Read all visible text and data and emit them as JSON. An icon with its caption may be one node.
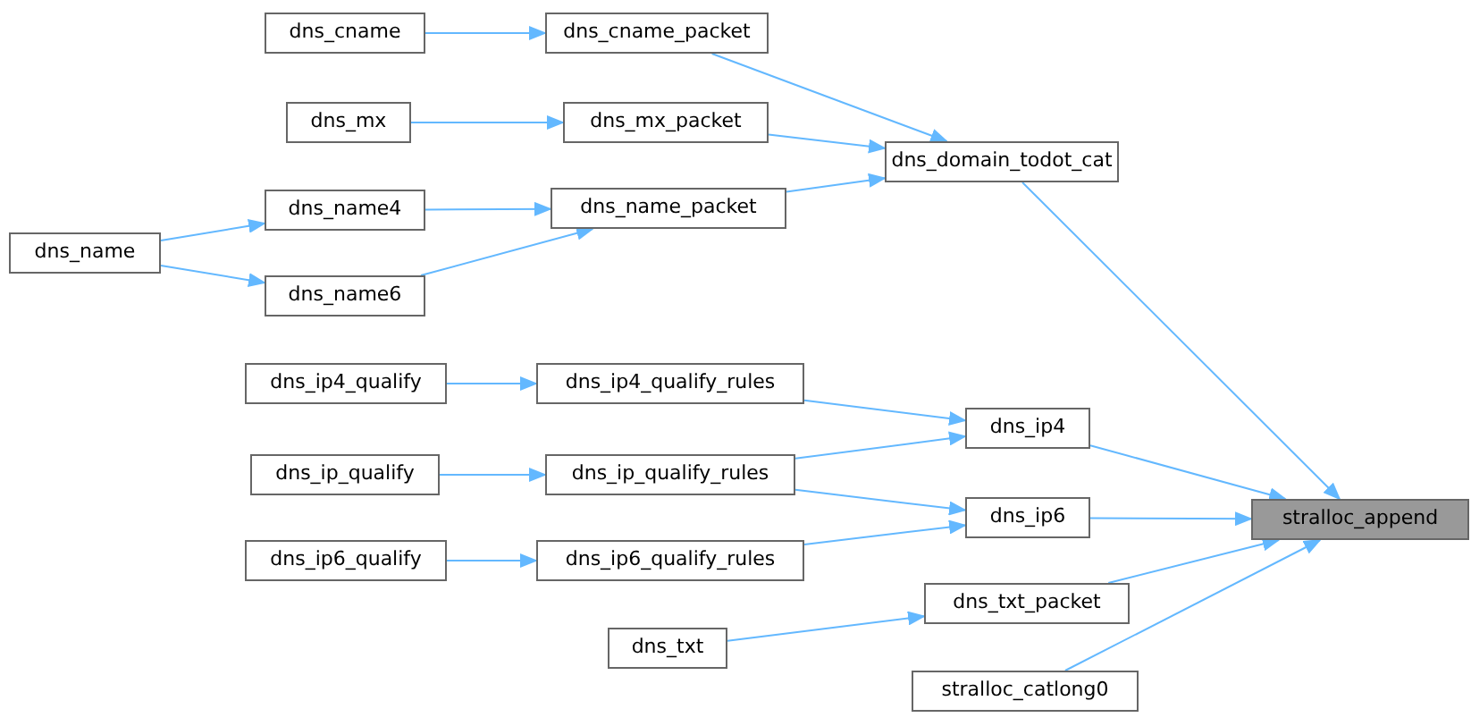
{
  "diagram": {
    "nodes": [
      {
        "text": [
          "stralloc_append"
        ]
      },
      {
        "text": [
          "dns_domain_todot_cat"
        ]
      },
      {
        "text": [
          "dns_cname_packet"
        ]
      },
      {
        "text": [
          "dns_cname"
        ]
      },
      {
        "text": [
          "dns_mx_packet"
        ]
      },
      {
        "text": [
          "dns_mx"
        ]
      },
      {
        "text": [
          "dns_name_packet"
        ]
      },
      {
        "text": [
          "dns_name4"
        ]
      },
      {
        "text": [
          "dns_name6"
        ]
      },
      {
        "text": [
          "dns_name"
        ]
      },
      {
        "text": [
          "dns_ip4"
        ]
      },
      {
        "text": [
          "dns_ip4_qualify_rules"
        ]
      },
      {
        "text": [
          "dns_ip4_qualify"
        ]
      },
      {
        "text": [
          "dns_ip_qualify_rules"
        ]
      },
      {
        "text": [
          "dns_ip_qualify"
        ]
      },
      {
        "text": [
          "dns_ip6"
        ]
      },
      {
        "text": [
          "dns_ip6_qualify_rules"
        ]
      },
      {
        "text": [
          "dns_ip6_qualify"
        ]
      },
      {
        "text": [
          "dns_txt_packet"
        ]
      },
      {
        "text": [
          "dns_txt"
        ]
      },
      {
        "text": [
          "stralloc_catlong0"
        ]
      }
    ],
    "edges": [
      {
        "from": 3,
        "to": 2,
        "arrow": "to"
      },
      {
        "from": 2,
        "to": 1,
        "arrow": "to"
      },
      {
        "from": 5,
        "to": 4,
        "arrow": "to"
      },
      {
        "from": 4,
        "to": 1,
        "arrow": "to"
      },
      {
        "from": 6,
        "to": 1,
        "arrow": "to"
      },
      {
        "from": 7,
        "to": 6,
        "arrow": "to"
      },
      {
        "from": 8,
        "to": 6,
        "arrow": "to"
      },
      {
        "from": 9,
        "to": 7,
        "arrow": "to"
      },
      {
        "from": 9,
        "to": 8,
        "arrow": "to"
      },
      {
        "from": 1,
        "to": 0,
        "arrow": "to"
      },
      {
        "from": 12,
        "to": 11,
        "arrow": "to"
      },
      {
        "from": 11,
        "to": 10,
        "arrow": "to"
      },
      {
        "from": 14,
        "to": 13,
        "arrow": "to"
      },
      {
        "from": 13,
        "to": 10,
        "arrow": "to"
      },
      {
        "from": 13,
        "to": 15,
        "arrow": "to"
      },
      {
        "from": 17,
        "to": 16,
        "arrow": "to"
      },
      {
        "from": 16,
        "to": 15,
        "arrow": "to"
      },
      {
        "from": 10,
        "to": 0,
        "arrow": "to"
      },
      {
        "from": 15,
        "to": 0,
        "arrow": "to"
      },
      {
        "from": 18,
        "to": 0,
        "arrow": "to"
      },
      {
        "from": 19,
        "to": 18,
        "arrow": "to"
      },
      {
        "from": 20,
        "to": 0,
        "arrow": "to"
      }
    ]
  }
}
